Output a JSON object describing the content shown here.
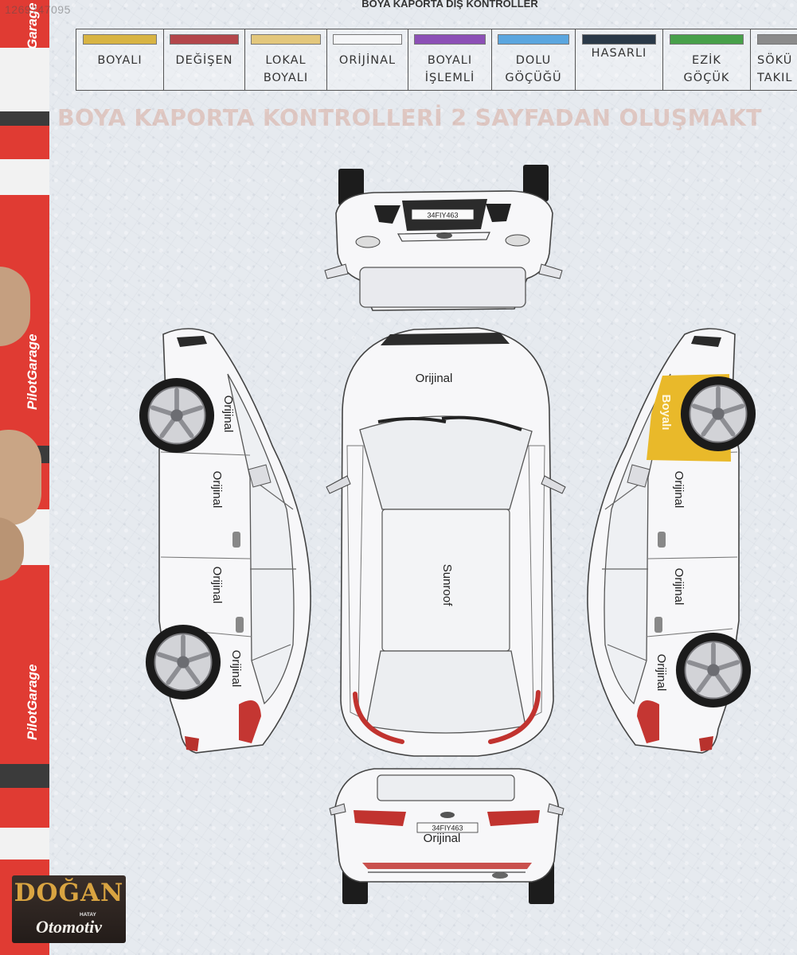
{
  "meta_id": "1269747095",
  "header": {
    "title": "BOYA KAPORTA DIŞ KONTROLLER",
    "notice": "BOYA KAPORTA KONTROLLERİ 2 SAYFADAN OLUŞMAKT"
  },
  "legend": {
    "items": [
      {
        "lines": [
          "BOYALI"
        ],
        "color": "#d8b443"
      },
      {
        "lines": [
          "DEĞİŞEN"
        ],
        "color": "#b3464b"
      },
      {
        "lines": [
          "LOKAL",
          "BOYALI"
        ],
        "color": "#e3c77c"
      },
      {
        "lines": [
          "ORİJİNAL"
        ],
        "color": "#f4f5f7"
      },
      {
        "lines": [
          "BOYALI",
          "İŞLEMLİ"
        ],
        "color": "#8c50b6"
      },
      {
        "lines": [
          "DOLU",
          "GÖÇÜĞÜ"
        ],
        "color": "#5ba6df"
      },
      {
        "lines": [
          "HASARLI"
        ],
        "color": "#2a3948"
      },
      {
        "lines": [
          "EZİK",
          "GÖÇÜK"
        ],
        "color": "#48a04a"
      },
      {
        "lines": [
          "SÖKÜ",
          "TAKIL"
        ],
        "color": "#8b8b8b"
      }
    ]
  },
  "diagram": {
    "front": {
      "plate": "34FIY463"
    },
    "top": {
      "hood": "Orijinal",
      "roof": "Sunroof"
    },
    "left": {
      "front_fender": "Orijinal",
      "front_door": "Orijinal",
      "rear_door": "Orijinal",
      "rear_fender": "Orijinal"
    },
    "right": {
      "front_fender": "Boyalı",
      "front_door": "Orijinal",
      "rear_door": "Orijinal",
      "rear_fender": "Orijinal"
    },
    "rear": {
      "plate": "34FIY463",
      "trunk": "Orijinal"
    },
    "painted_color": "#e9b92a"
  },
  "sidebar": {
    "brand_top": "Garage",
    "brand_mid": "PilotGarage",
    "brand_low": "PilotGarage"
  },
  "logo": {
    "name": "DOĞAN",
    "city": "HATAY",
    "sub": "Otomotiv"
  }
}
